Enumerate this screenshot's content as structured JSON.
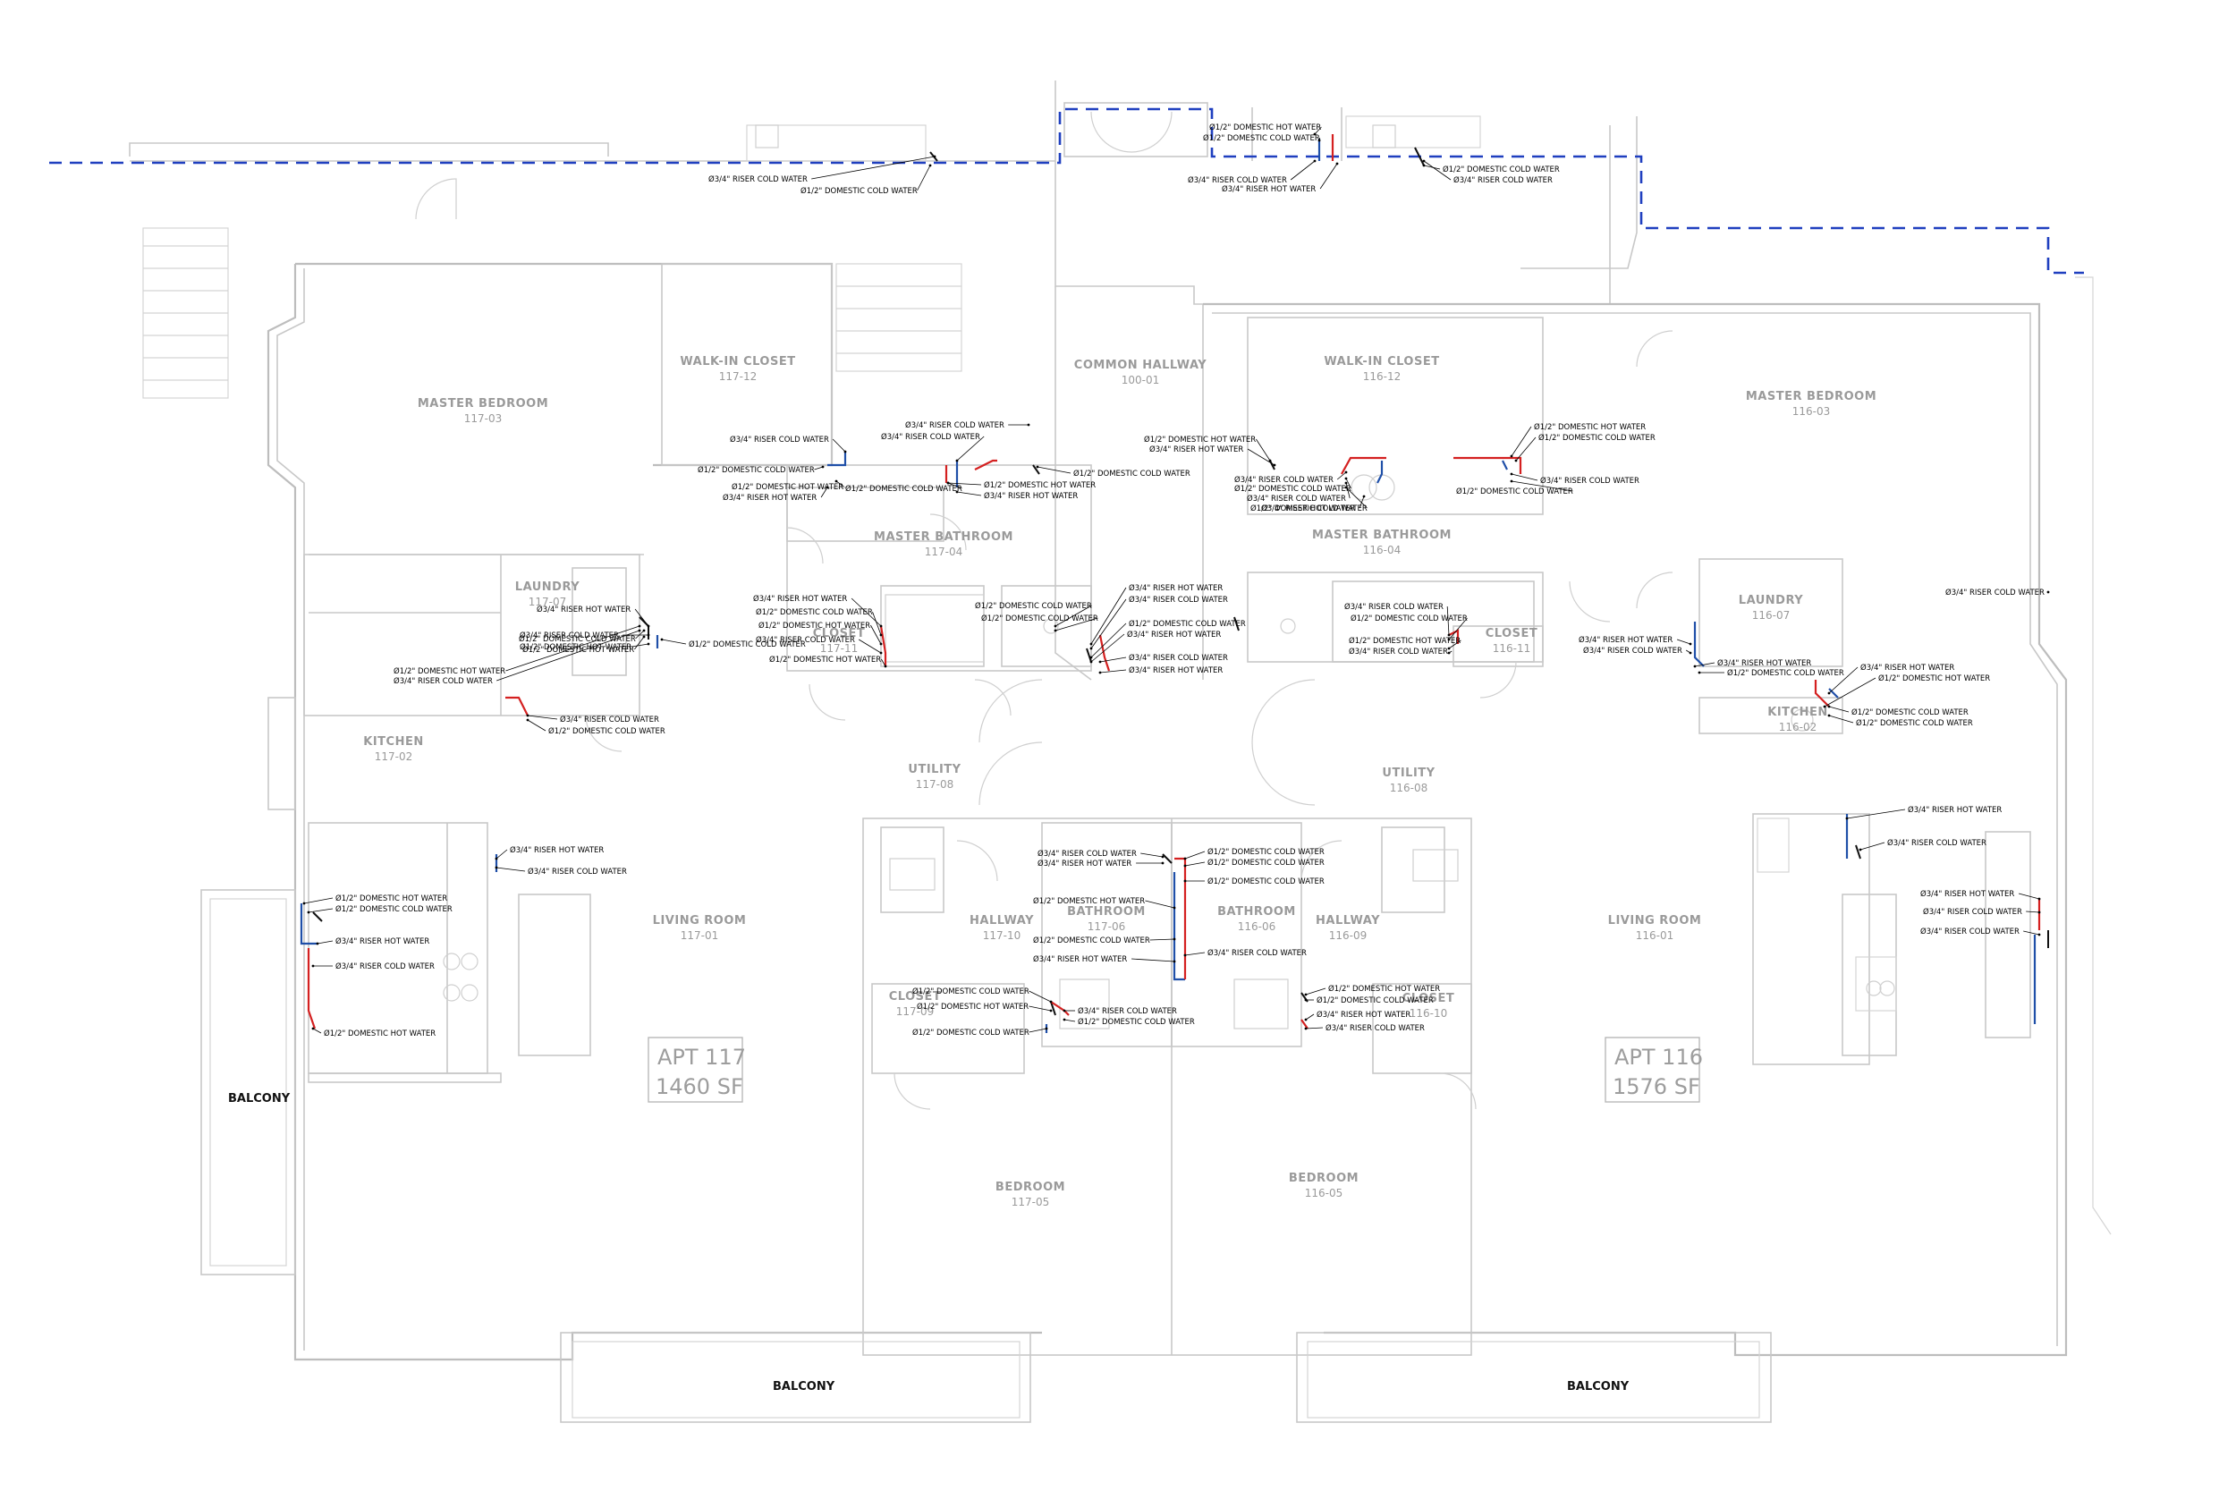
{
  "colors": {
    "hot_water": "#d42020",
    "cold_water": "#1f4fa8",
    "boundary": "#1f3fbf",
    "wall": "#c8c8c8",
    "text": "#000000"
  },
  "apartments": [
    {
      "id": "apt117",
      "name": "APT 117",
      "area": "1460 SF"
    },
    {
      "id": "apt116",
      "name": "APT 116",
      "area": "1576 SF"
    }
  ],
  "rooms": [
    {
      "name": "MASTER BEDROOM",
      "number": "117-03"
    },
    {
      "name": "WALK-IN CLOSET",
      "number": "117-12"
    },
    {
      "name": "COMMON HALLWAY",
      "number": "100-01"
    },
    {
      "name": "WALK-IN CLOSET",
      "number": "116-12"
    },
    {
      "name": "MASTER BEDROOM",
      "number": "116-03"
    },
    {
      "name": "MASTER BATHROOM",
      "number": "117-04"
    },
    {
      "name": "MASTER BATHROOM",
      "number": "116-04"
    },
    {
      "name": "LAUNDRY",
      "number": "117-07"
    },
    {
      "name": "CLOSET",
      "number": "117-11"
    },
    {
      "name": "CLOSET",
      "number": "116-11"
    },
    {
      "name": "LAUNDRY",
      "number": "116-07"
    },
    {
      "name": "KITCHEN",
      "number": "117-02"
    },
    {
      "name": "KITCHEN",
      "number": "116-02"
    },
    {
      "name": "UTILITY",
      "number": "117-08"
    },
    {
      "name": "UTILITY",
      "number": "116-08"
    },
    {
      "name": "HALLWAY",
      "number": "117-10"
    },
    {
      "name": "BATHROOM",
      "number": "117-06"
    },
    {
      "name": "BATHROOM",
      "number": "116-06"
    },
    {
      "name": "HALLWAY",
      "number": "116-09"
    },
    {
      "name": "LIVING ROOM",
      "number": "117-01"
    },
    {
      "name": "LIVING ROOM",
      "number": "116-01"
    },
    {
      "name": "CLOSET",
      "number": "117-09"
    },
    {
      "name": "CLOSET",
      "number": "116-10"
    },
    {
      "name": "BEDROOM",
      "number": "117-05"
    },
    {
      "name": "BEDROOM",
      "number": "116-05"
    }
  ],
  "balconies": [
    "BALCONY",
    "BALCONY",
    "BALCONY"
  ],
  "pipe_labels": [
    "Ø3/4\" RISER COLD WATER",
    "Ø1/2\" DOMESTIC COLD WATER",
    "Ø1/2\" DOMESTIC HOT WATER",
    "Ø1/2\" DOMESTIC COLD WATER",
    "Ø3/4\" RISER COLD WATER",
    "Ø3/4\" RISER HOT WATER",
    "Ø1/2\" DOMESTIC COLD WATER",
    "Ø3/4\" RISER COLD WATER",
    "Ø3/4\" RISER COLD WATER",
    "Ø1/2\" DOMESTIC COLD WATER",
    "Ø1/2\" DOMESTIC HOT WATER",
    "Ø3/4\" RISER HOT WATER",
    "Ø3/4\" RISER COLD WATER",
    "Ø3/4\" RISER COLD WATER",
    "Ø1/2\" DOMESTIC COLD WATER",
    "Ø1/2\" DOMESTIC COLD WATER",
    "Ø1/2\" DOMESTIC HOT WATER",
    "Ø3/4\" RISER HOT WATER",
    "Ø1/2\" DOMESTIC HOT WATER",
    "Ø3/4\" RISER HOT WATER",
    "Ø3/4\" RISER COLD WATER",
    "Ø1/2\" DOMESTIC COLD WATER",
    "Ø3/4\" RISER COLD WATER",
    "Ø1/2\" DOMESTIC COLD WATER",
    "Ø3/4\" RISER HOT WATER",
    "Ø1/2\" DOMESTIC HOT WATER",
    "Ø1/2\" DOMESTIC COLD WATER",
    "Ø3/4\" RISER COLD WATER",
    "Ø1/2\" DOMESTIC COLD WATER",
    "Ø3/4\" RISER HOT WATER",
    "Ø3/4\" RISER COLD WATER",
    "Ø1/2\" DOMESTIC HOT WATER",
    "Ø1/2\" DOMESTIC COLD WATER",
    "Ø3/4\" RISER COLD WATER",
    "Ø3/4\" RISER HOT WATER",
    "Ø1/2\" DOMESTIC COLD WATER",
    "Ø1/2\" DOMESTIC HOT WATER",
    "Ø3/4\" RISER COLD WATER",
    "Ø1/2\" DOMESTIC HOT WATER",
    "Ø1/2\" DOMESTIC COLD WATER",
    "Ø1/2\" DOMESTIC COLD WATER",
    "Ø3/4\" RISER HOT WATER",
    "Ø3/4\" RISER COLD WATER",
    "Ø1/2\" DOMESTIC COLD WATER",
    "Ø3/4\" RISER HOT WATER",
    "Ø3/4\" RISER COLD WATER",
    "Ø3/4\" RISER HOT WATER",
    "Ø3/4\" RISER COLD WATER",
    "Ø1/2\" DOMESTIC COLD WATER",
    "Ø1/2\" DOMESTIC HOT WATER",
    "Ø3/4\" RISER COLD WATER",
    "Ø3/4\" RISER HOT WATER",
    "Ø3/4\" RISER COLD WATER",
    "Ø3/4\" RISER HOT WATER",
    "Ø1/2\" DOMESTIC COLD WATER",
    "Ø1/2\" DOMESTIC HOT WATER",
    "Ø3/4\" RISER COLD WATER",
    "Ø1/2\" DOMESTIC COLD WATER",
    "Ø1/2\" DOMESTIC HOT WATER",
    "Ø3/4\" RISER COLD WATER",
    "Ø1/2\" DOMESTIC COLD WATER",
    "Ø3/4\" RISER HOT WATER",
    "Ø1/2\" DOMESTIC HOT WATER",
    "Ø1/2\" DOMESTIC COLD WATER",
    "Ø1/2\" DOMESTIC COLD WATER",
    "Ø3/4\" RISER HOT WATER",
    "Ø3/4\" RISER COLD WATER",
    "Ø1/2\" DOMESTIC HOT WATER",
    "Ø1/2\" DOMESTIC COLD WATER",
    "Ø3/4\" RISER HOT WATER",
    "Ø3/4\" RISER COLD WATER",
    "Ø1/2\" DOMESTIC HOT WATER",
    "Ø1/2\" DOMESTIC COLD WATER",
    "Ø1/2\" DOMESTIC COLD WATER",
    "Ø3/4\" RISER COLD WATER",
    "Ø3/4\" RISER HOT WATER",
    "Ø1/2\" DOMESTIC COLD WATER",
    "Ø1/2\" DOMESTIC HOT WATER",
    "Ø1/2\" DOMESTIC COLD WATER",
    "Ø3/4\" RISER HOT WATER",
    "Ø3/4\" RISER COLD WATER",
    "Ø1/2\" DOMESTIC COLD WATER",
    "Ø1/2\" DOMESTIC HOT WATER",
    "Ø1/2\" DOMESTIC COLD WATER",
    "Ø3/4\" RISER COLD WATER",
    "Ø1/2\" DOMESTIC COLD WATER",
    "Ø1/2\" DOMESTIC HOT WATER",
    "Ø1/2\" DOMESTIC COLD WATER",
    "Ø3/4\" RISER HOT WATER",
    "Ø3/4\" RISER COLD WATER",
    "Ø3/4\" RISER HOT WATER",
    "Ø3/4\" RISER COLD WATER",
    "Ø3/4\" RISER HOT WATER",
    "Ø3/4\" RISER COLD WATER",
    "Ø3/4\" RISER COLD WATER"
  ]
}
